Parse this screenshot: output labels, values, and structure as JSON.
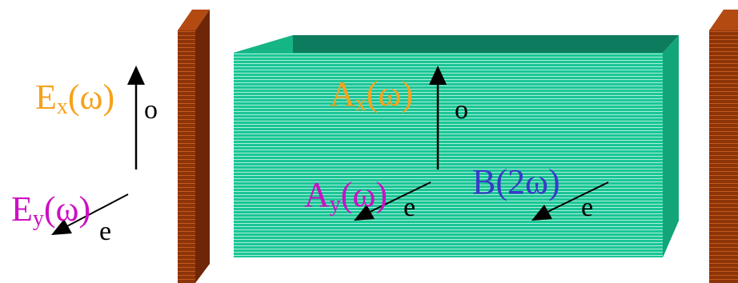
{
  "labels": {
    "ex_main": "E",
    "ex_sub": "x",
    "ex_arg": "(ω)",
    "ex_pol": "o",
    "ey_main": "E",
    "ey_sub": "y",
    "ey_arg": "(ω)",
    "ey_pol": "e",
    "ax_main": "A",
    "ax_sub": "x",
    "ax_arg": "(ω)",
    "ax_pol": "o",
    "ay_main": "A",
    "ay_sub": "y",
    "ay_arg": "(ω)",
    "ay_pol": "e",
    "b_main": "B(2ω)",
    "b_pol": "e"
  },
  "colors": {
    "orange": "#f7a21b",
    "magenta": "#cc10c4",
    "blue": "#3a3acb",
    "crystal_front": "#19c494",
    "crystal_top": "#0c7a5c",
    "crystal_side": "#11a47a",
    "mirror_front": "#8b3208",
    "mirror_side": "#b2480f",
    "black": "#000000"
  }
}
